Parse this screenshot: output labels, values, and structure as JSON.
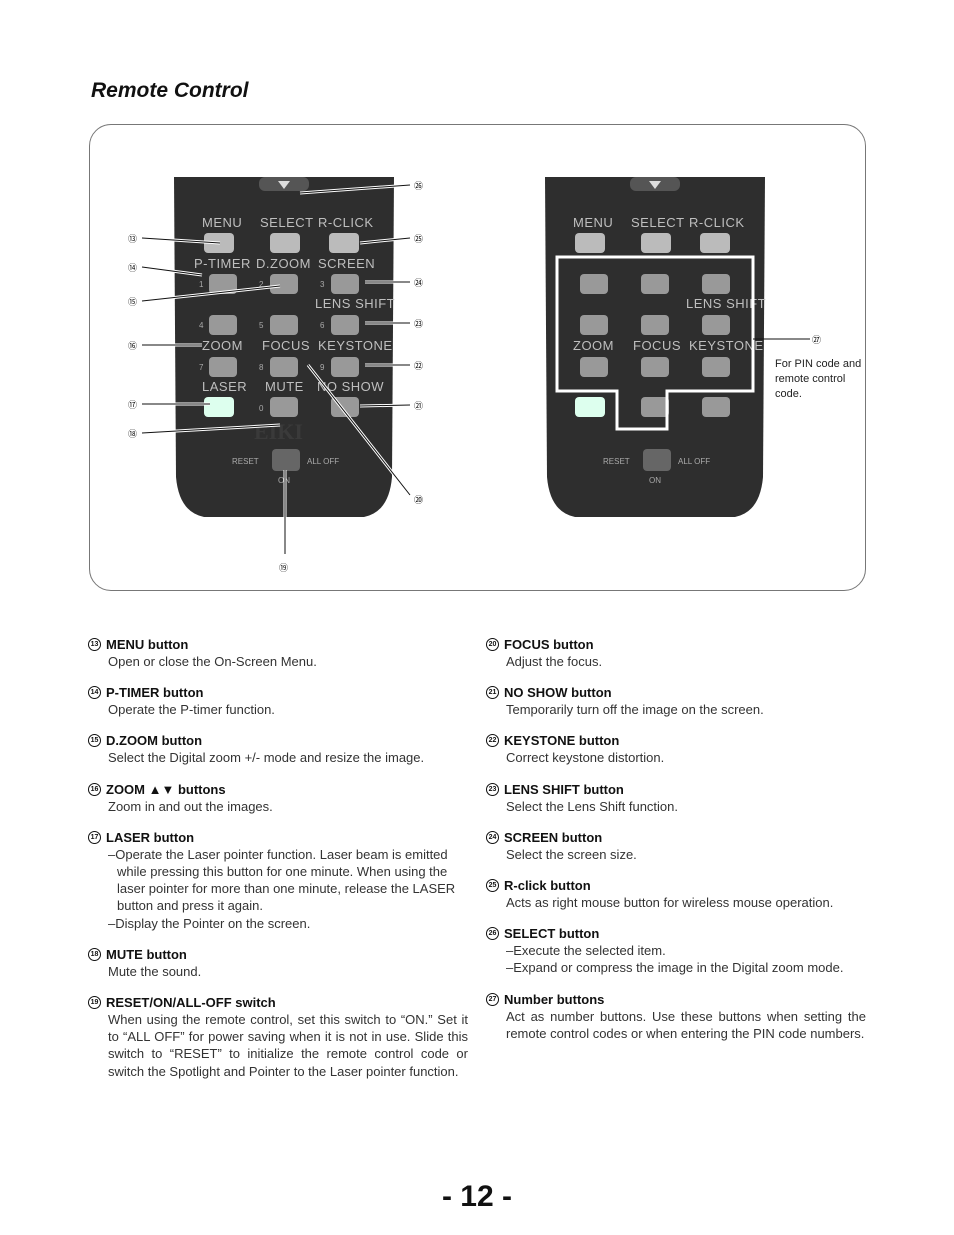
{
  "title": "Remote Control",
  "figure": {
    "pin_note": "For PIN code and remote control code.",
    "remote_labels": {
      "menu": "MENU",
      "select": "SELECT",
      "rclick": "R-CLICK",
      "ptimer": "P-TIMER",
      "dzoom": "D.ZOOM",
      "screen": "SCREEN",
      "lensshift": "LENS SHIFT",
      "zoom": "ZOOM",
      "focus": "FOCUS",
      "keystone": "KEYSTONE",
      "laser": "LASER",
      "mute": "MUTE",
      "noshow": "NO SHOW",
      "reset": "RESET",
      "alloff": "ALL OFF",
      "on": "ON",
      "brand": "EIKI"
    },
    "callouts": [
      "⑬",
      "⑭",
      "⑮",
      "⑯",
      "⑰",
      "⑱",
      "⑲",
      "⑳",
      "㉑",
      "㉒",
      "㉓",
      "㉔",
      "㉕",
      "㉖",
      "㉗"
    ]
  },
  "left_items": [
    {
      "num": "13",
      "title": "MENU button",
      "body": [
        "Open or close the On-Screen Menu."
      ]
    },
    {
      "num": "14",
      "title": "P-TIMER button",
      "body": [
        "Operate the P-timer function."
      ]
    },
    {
      "num": "15",
      "title": "D.ZOOM button",
      "body": [
        "Select the Digital zoom +/- mode and resize the image."
      ]
    },
    {
      "num": "16",
      "title": "ZOOM ▲▼ buttons",
      "body": [
        "Zoom in and out the images."
      ]
    },
    {
      "num": "17",
      "title": "LASER button",
      "bullets": [
        "–Operate the Laser pointer function. Laser beam is emitted while pressing this button for one minute. When using the laser pointer for more than one minute, release the LASER button and press it again.",
        "–Display the Pointer on the screen."
      ]
    },
    {
      "num": "18",
      "title": "MUTE button",
      "body": [
        "Mute the sound."
      ]
    },
    {
      "num": "19",
      "title": "RESET/ON/ALL-OFF switch",
      "body": [
        "When using the remote control, set this switch to “ON.” Set it to “ALL OFF” for power saving when it is not in use. Slide this switch to “RESET” to initialize the remote control code or switch the Spotlight and Pointer to the Laser pointer function."
      ]
    }
  ],
  "right_items": [
    {
      "num": "20",
      "title": "FOCUS button",
      "body": [
        "Adjust the focus."
      ]
    },
    {
      "num": "21",
      "title": "NO SHOW button",
      "body": [
        "Temporarily turn off the image on the screen."
      ]
    },
    {
      "num": "22",
      "title": "KEYSTONE button",
      "body": [
        "Correct keystone distortion."
      ]
    },
    {
      "num": "23",
      "title": "LENS SHIFT button",
      "body": [
        "Select the Lens Shift function."
      ]
    },
    {
      "num": "24",
      "title": "SCREEN button",
      "body": [
        "Select the screen size."
      ]
    },
    {
      "num": "25",
      "title": "R-click button",
      "body": [
        "Acts as right mouse button for wireless mouse operation."
      ]
    },
    {
      "num": "26",
      "title": "SELECT button",
      "bullets": [
        "–Execute the selected item.",
        "–Expand or compress the image in the Digital zoom mode."
      ]
    },
    {
      "num": "27",
      "title": "Number buttons",
      "body": [
        "Act as number buttons. Use these buttons when setting the remote control codes or when entering the PIN code numbers."
      ]
    }
  ],
  "page_number": "- 12 -"
}
